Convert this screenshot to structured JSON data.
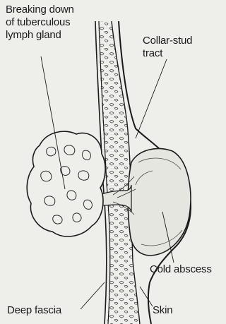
{
  "labels": {
    "gland_line1": "Breaking down",
    "gland_line2": "of tuberculous",
    "gland_line3": "lymph gland",
    "tract_line1": "Collar-stud",
    "tract_line2": "tract",
    "cold_abscess": "Cold abscess",
    "deep_fascia": "Deep fascia",
    "skin": "Skin"
  }
}
